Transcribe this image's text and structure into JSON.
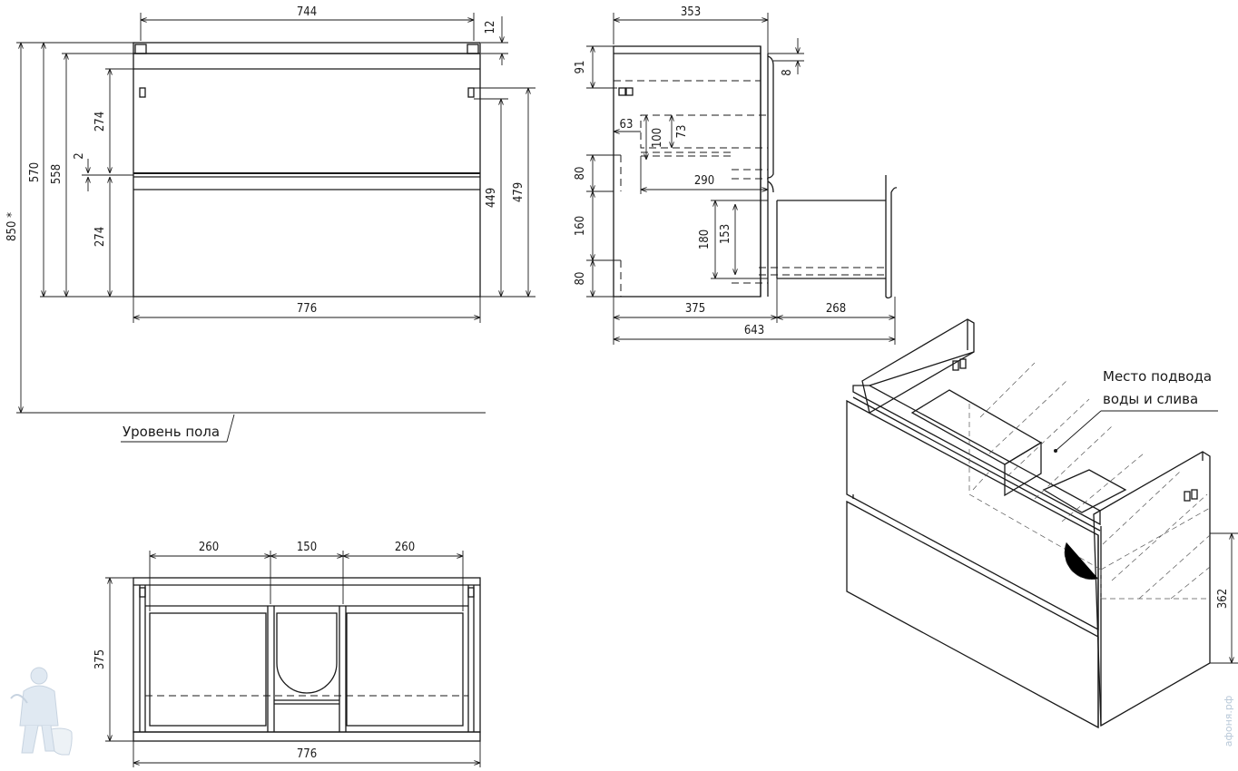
{
  "front": {
    "width_top": "744",
    "top_thickness": "12",
    "total_height": "850 *",
    "height_570": "570",
    "height_558": "558",
    "drawer_top": "274",
    "gap": "2",
    "drawer_bottom": "274",
    "height_449": "449",
    "height_479": "479",
    "width_bottom": "776"
  },
  "floor_label": "Уровень пола",
  "side": {
    "depth_top": "353",
    "top_91": "91",
    "handle_8": "8",
    "d63": "63",
    "d100": "100",
    "d73": "73",
    "d80a": "80",
    "d290": "290",
    "d160": "160",
    "d180": "180",
    "d153": "153",
    "d80b": "80",
    "d375": "375",
    "d268": "268",
    "d643": "643"
  },
  "top_view": {
    "w260a": "260",
    "w150": "150",
    "w260b": "260",
    "depth": "375",
    "width": "776"
  },
  "iso": {
    "callout_line1": "Место подвода",
    "callout_line2": "воды и слива",
    "height": "362"
  },
  "watermark": "афоня.рф"
}
